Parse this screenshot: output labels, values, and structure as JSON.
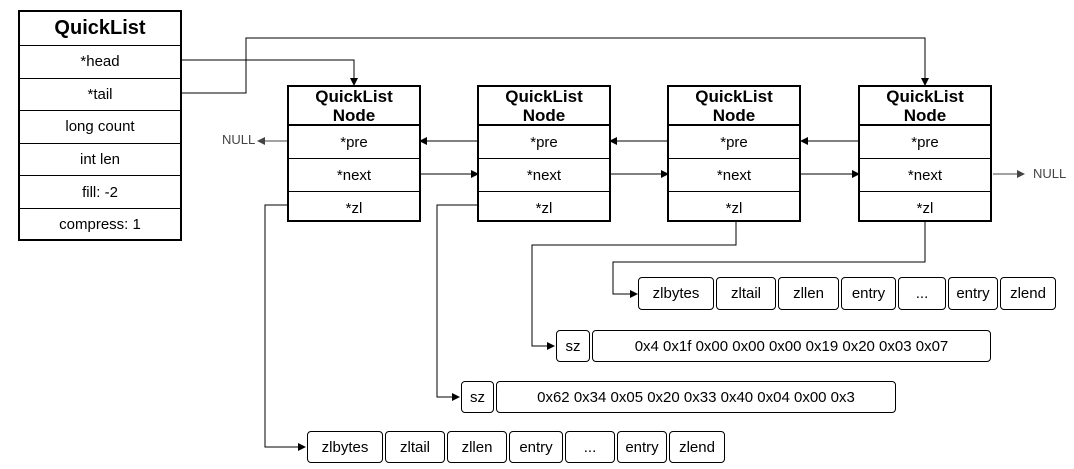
{
  "quicklist": {
    "title": "QuickList",
    "fields": [
      "*head",
      "*tail",
      "long count",
      "int len",
      "fill: -2",
      "compress: 1"
    ]
  },
  "node": {
    "title_line1": "QuickList",
    "title_line2": "Node",
    "fields": [
      "*pre",
      "*next",
      "*zl"
    ]
  },
  "null_label": "NULL",
  "ziplist": [
    "zlbytes",
    "zltail",
    "zllen",
    "entry",
    "...",
    "entry",
    "zlend"
  ],
  "ziplist_bottom": [
    "zlbytes",
    "zltail",
    "zllen",
    "entry",
    "...",
    "entry",
    "zlend"
  ],
  "compressed_1": {
    "sz": "sz",
    "bytes": "0x4 0x1f 0x00 0x00 0x00 0x19 0x20 0x03 0x07"
  },
  "compressed_2": {
    "sz": "sz",
    "bytes": "0x62 0x34 0x05 0x20 0x33 0x40 0x04 0x00 0x3"
  }
}
